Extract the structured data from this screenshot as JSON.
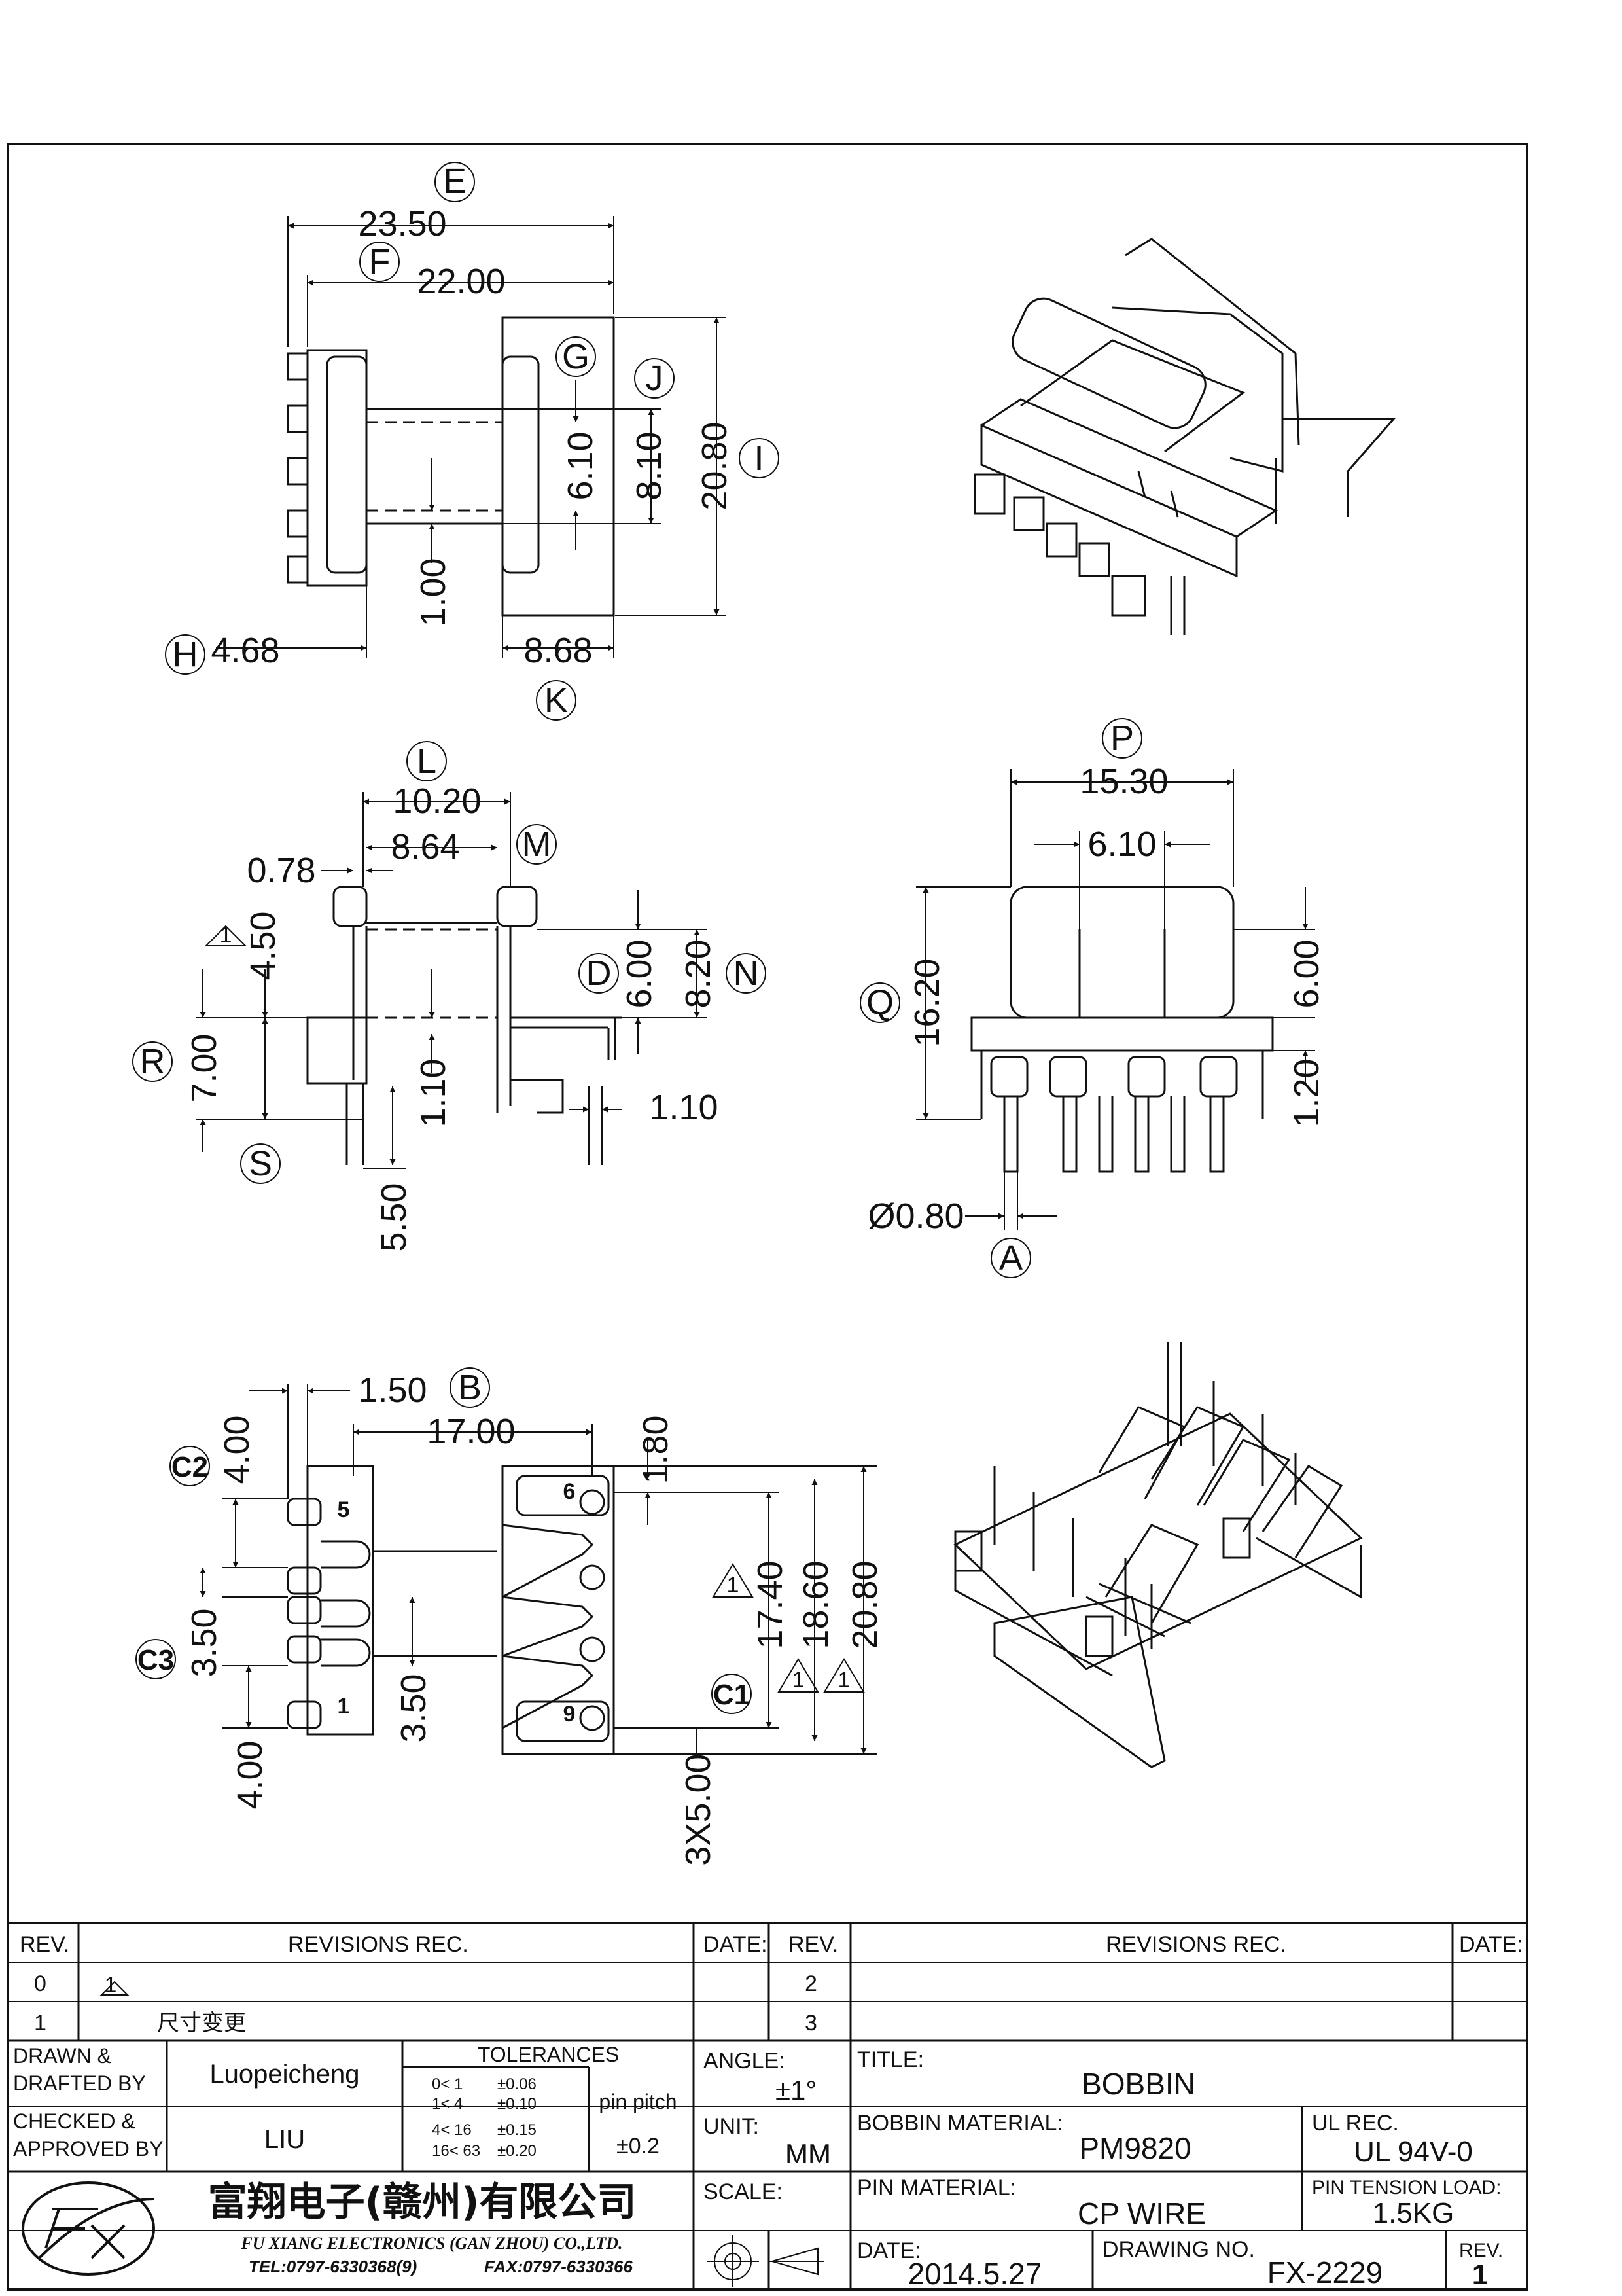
{
  "dims": {
    "view1": {
      "E": "E",
      "F": "F",
      "G": "G",
      "J": "J",
      "I": "I",
      "H": "H",
      "K": "K",
      "d23_50": "23.50",
      "d22_00": "22.00",
      "d6_10": "6.10",
      "d8_10": "8.10",
      "d20_80": "20.80",
      "d1_00": "1.00",
      "d4_68": "4.68",
      "d8_68": "8.68"
    },
    "view2": {
      "L": "L",
      "M": "M",
      "D": "D",
      "N": "N",
      "R": "R",
      "S": "S",
      "tri": "1",
      "d10_20": "10.20",
      "d8_64": "8.64",
      "d0_78": "0.78",
      "d4_50": "4.50",
      "d6_00": "6.00",
      "d8_20": "8.20",
      "d7_00": "7.00",
      "d1_10a": "1.10",
      "d1_10b": "1.10",
      "d5_50": "5.50"
    },
    "view3": {
      "P": "P",
      "Q": "Q",
      "A": "A",
      "d15_30": "15.30",
      "d6_10": "6.10",
      "d16_20": "16.20",
      "d6_00": "6.00",
      "d1_20": "1.20",
      "d0_80": "Ø0.80"
    },
    "view4": {
      "B": "B",
      "C1": "C1",
      "C2": "C2",
      "C3": "C3",
      "tri": "1",
      "d1_50": "1.50",
      "d17_00": "17.00",
      "d1_80": "1.80",
      "d4_00a": "4.00",
      "d3_50a": "3.50",
      "d3_50b": "3.50",
      "d4_00b": "4.00",
      "d17_40": "17.40",
      "d18_60": "18.60",
      "d20_80": "20.80",
      "d3x5": "3X5.00",
      "pin5": "5",
      "pin1": "1",
      "pin6": "6",
      "pin9": "9"
    }
  },
  "title_block": {
    "rev_header": "REV.",
    "revisions_rec": "REVISIONS   REC.",
    "date_header": "DATE:",
    "rev_rows": [
      {
        "rev": "0",
        "text": ""
      },
      {
        "rev": "1",
        "marker": "1",
        "text": "尺寸变更"
      }
    ],
    "rev_rows_right": [
      "2",
      "3"
    ],
    "drawn_by_label": "DRAWN &\nDRAFTED BY",
    "drawn_by": "Luopeicheng",
    "checked_label": "CHECKED &\nAPPROVED BY",
    "checked_by": "LIU",
    "tolerances_label": "TOLERANCES",
    "tolerances": [
      {
        "range": "0<  1",
        "tol": "±0.06"
      },
      {
        "range": "1<  4",
        "tol": "±0.10"
      },
      {
        "range": "4<  16",
        "tol": "±0.15"
      },
      {
        "range": "16<  63",
        "tol": "±0.20"
      }
    ],
    "pin_pitch_label": "pin pitch",
    "pin_pitch": "±0.2",
    "angle_label": "ANGLE:",
    "angle": "±1°",
    "unit_label": "UNIT:",
    "unit": "MM",
    "scale_label": "SCALE:",
    "title_label": "TITLE:",
    "title": "BOBBIN",
    "bobbin_material_label": "BOBBIN  MATERIAL:",
    "bobbin_material": "PM9820",
    "ul_rec_label": "UL REC.",
    "ul_rec": "UL  94V-0",
    "pin_material_label": "PIN  MATERIAL:",
    "pin_material": "CP  WIRE",
    "pin_tension_label": "PIN  TENSION  LOAD:",
    "pin_tension": "1.5KG",
    "date_label": "DATE:",
    "date": "2014.5.27",
    "drawing_no_label": "DRAWING  NO.",
    "drawing_no": "FX-2229",
    "rev_label": "REV.",
    "rev": "1",
    "company_cn": "富翔电子(赣州)有限公司",
    "company_en": "FU  XIANG  ELECTRONICS  (GAN  ZHOU)  CO.,LTD.",
    "tel": "TEL:0797-6330368(9)",
    "fax": "FAX:0797-6330366"
  },
  "logo": {
    "icon": "fx-logo-icon"
  }
}
